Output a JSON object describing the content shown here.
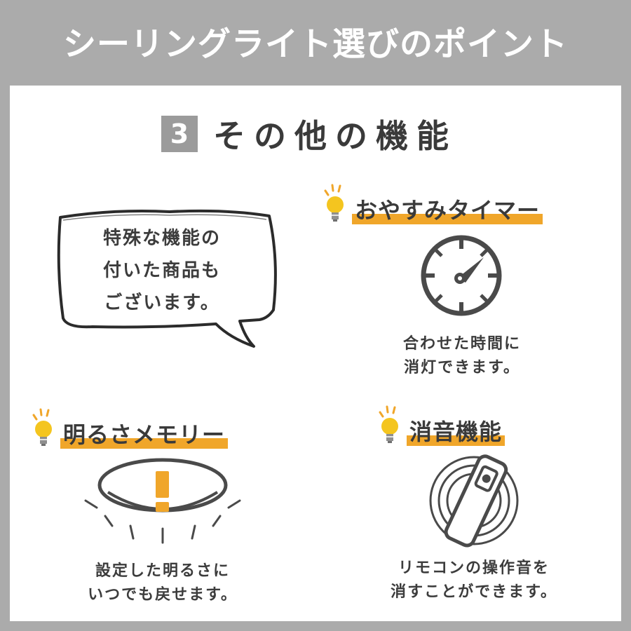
{
  "header": {
    "title": "シーリングライト選びのポイント"
  },
  "section": {
    "number": "3",
    "title": "その他の機能"
  },
  "bubble": {
    "lines": [
      "特殊な機能の",
      "付いた商品も",
      "ございます。"
    ]
  },
  "features": {
    "timer": {
      "title": "おやすみタイマー",
      "desc": [
        "合わせた時間に",
        "消灯できます。"
      ]
    },
    "memory": {
      "title": "明るさメモリー",
      "desc": [
        "設定した明るさに",
        "いつでも戻せます。"
      ]
    },
    "mute": {
      "title": "消音機能",
      "desc": [
        "リモコンの操作音を",
        "消すことができます。"
      ]
    }
  },
  "colors": {
    "accent": "#f0a62a",
    "bulb": "#f4c51f",
    "icon": "#4a4a4a",
    "header_bg": "#ababab"
  },
  "icons": {
    "feature_marker": "lightbulb-icon",
    "timer": "stopwatch-icon",
    "memory": "ceiling-light-icon",
    "mute": "remote-control-icon"
  }
}
